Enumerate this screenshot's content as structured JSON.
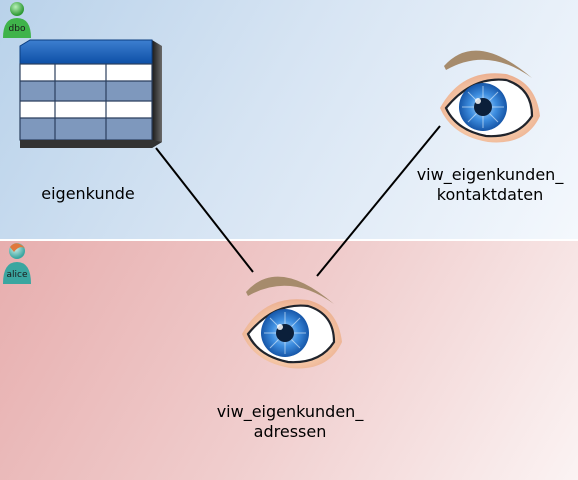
{
  "colors": {
    "dbo_zone": "#c9dcf0",
    "alice_zone": "#eebfbf",
    "link": "#000000"
  },
  "owners": [
    {
      "id": "dbo",
      "label": "dbo",
      "badge_color": "#3fb34a"
    },
    {
      "id": "alice",
      "label": "alice",
      "badge_color": "#3aa6a0"
    }
  ],
  "nodes": {
    "eigenkunde": {
      "kind": "table",
      "icon": "table-icon",
      "owner": "dbo",
      "label": "eigenkunde"
    },
    "kontaktdaten": {
      "kind": "view",
      "icon": "eye-icon",
      "owner": "dbo",
      "label_line1": "viw_eigenkunden_",
      "label_line2": "kontaktdaten"
    },
    "adressen": {
      "kind": "view",
      "icon": "eye-icon",
      "owner": "alice",
      "label_line1": "viw_eigenkunden_",
      "label_line2": "adressen"
    }
  },
  "edges": [
    {
      "from": "eigenkunde",
      "to": "adressen"
    },
    {
      "from": "kontaktdaten",
      "to": "adressen"
    }
  ]
}
